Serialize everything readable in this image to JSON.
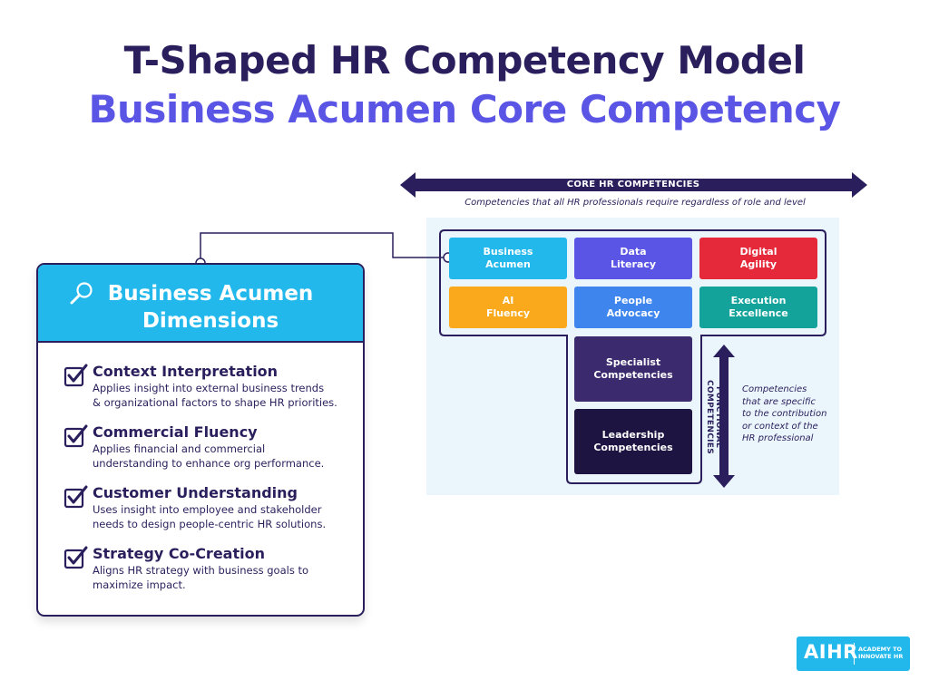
{
  "title": {
    "line1": "T-Shaped HR Competency Model",
    "line2": "Business Acumen Core Competency"
  },
  "core": {
    "label": "CORE HR COMPETENCIES",
    "subtitle": "Competencies that all HR professionals require regardless of role and level",
    "tiles": [
      {
        "label": "Business\nAcumen",
        "color": "#22b8ec"
      },
      {
        "label": "Data\nLiteracy",
        "color": "#5b55e6"
      },
      {
        "label": "Digital\nAgility",
        "color": "#e5293a"
      },
      {
        "label": "AI\nFluency",
        "color": "#f9a91b"
      },
      {
        "label": "People\nAdvocacy",
        "color": "#3e86ee"
      },
      {
        "label": "Execution\nExcellence",
        "color": "#13a39b"
      }
    ]
  },
  "functional": {
    "label": "FUNCTIONAL COMPETENCIES",
    "note": "Competencies\nthat are specific\nto the contribution\nor context of the\nHR professional",
    "tiles": [
      {
        "label": "Specialist\nCompetencies",
        "color": "#3b2a6e"
      },
      {
        "label": "Leadership\nCompetencies",
        "color": "#1d1442"
      }
    ]
  },
  "card": {
    "title": "Business Acumen\nDimensions",
    "icon": "magnifier-icon",
    "accent": "#22b8ec",
    "dimensions": [
      {
        "title": "Context Interpretation",
        "desc": "Applies insight into external business trends\n& organizational factors to shape HR priorities."
      },
      {
        "title": "Commercial Fluency",
        "desc": "Applies financial and commercial\nunderstanding to enhance org performance."
      },
      {
        "title": "Customer Understanding",
        "desc": "Uses insight into employee and stakeholder\nneeds to design people-centric HR solutions."
      },
      {
        "title": "Strategy Co-Creation",
        "desc": "Aligns HR strategy with business goals to\nmaximize impact."
      }
    ]
  },
  "logo": {
    "main": "AIHR",
    "sub": "ACADEMY TO\nINNOVATE HR"
  }
}
